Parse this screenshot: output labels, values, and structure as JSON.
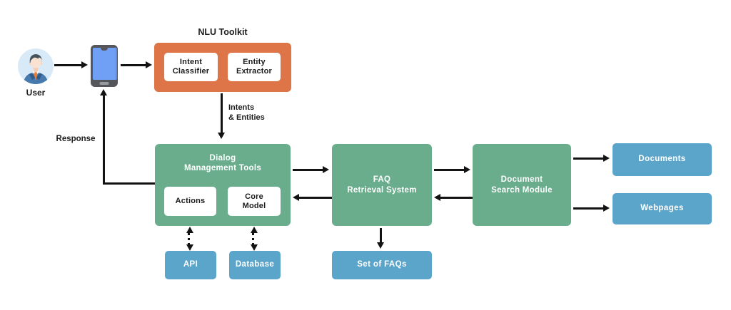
{
  "colors": {
    "orange": "#DE7548",
    "green": "#69AD8C",
    "blue": "#5BA5CB",
    "ink": "#131313",
    "text_dark": "#1C1C1C"
  },
  "labels": {
    "user": "User",
    "response": "Response",
    "intents_entities": "Intents\n& Entities"
  },
  "nlu_toolkit": {
    "title": "NLU Toolkit",
    "intent_classifier": "Intent\nClassifier",
    "entity_extractor": "Entity\nExtractor"
  },
  "dialog_management": {
    "title": "Dialog\nManagement Tools",
    "actions": "Actions",
    "core_model": "Core\nModel"
  },
  "faq_retrieval": {
    "title": "FAQ\nRetrieval System"
  },
  "document_search": {
    "title": "Document\nSearch Module"
  },
  "storage": {
    "api": "API",
    "database": "Database",
    "set_of_faqs": "Set of FAQs",
    "documents": "Documents",
    "webpages": "Webpages"
  },
  "icons": {
    "user_avatar": "user-avatar-icon",
    "smartphone": "smartphone-icon"
  }
}
